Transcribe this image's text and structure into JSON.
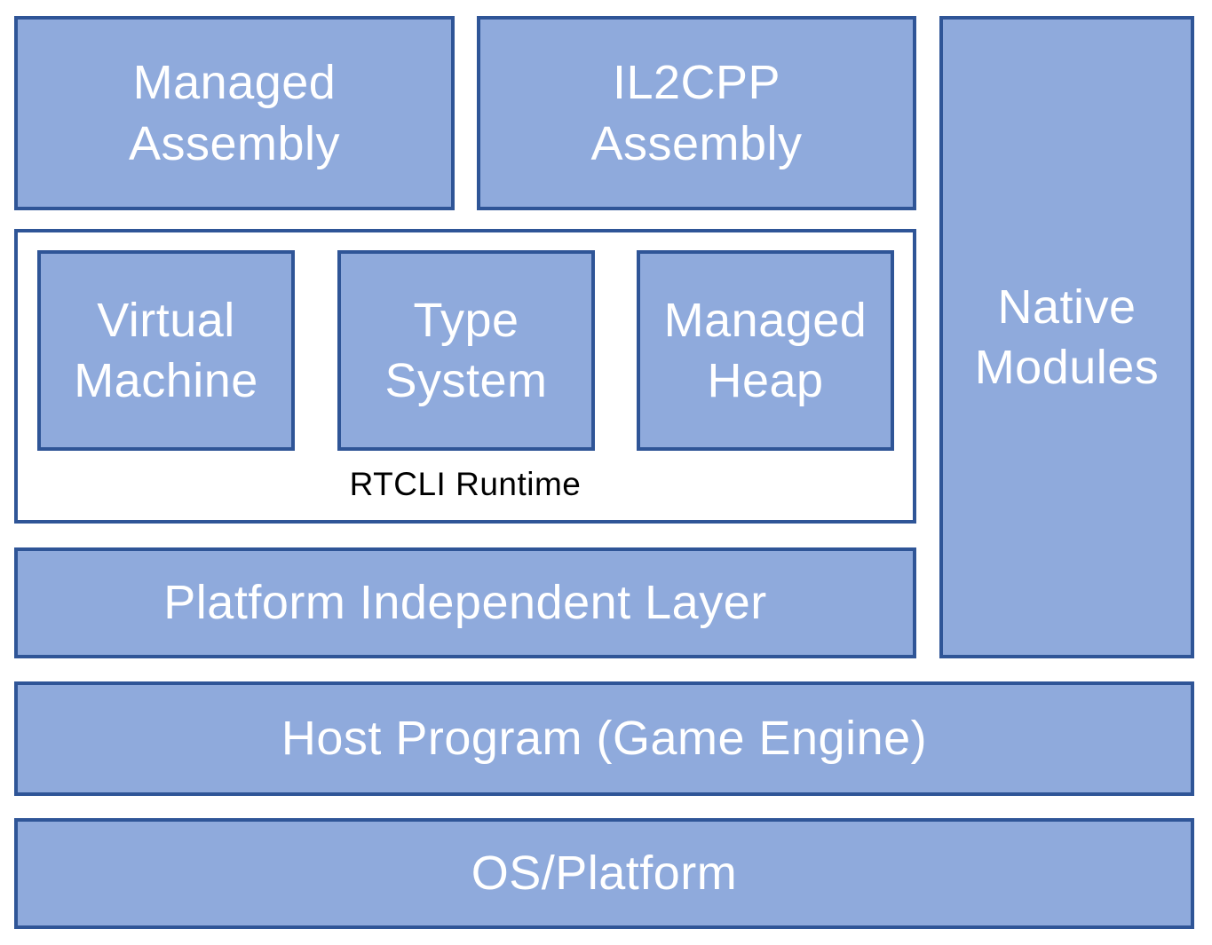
{
  "colors": {
    "box_fill": "#8FAADC",
    "box_border": "#2F5597",
    "box_text": "#FFFFFF",
    "runtime_container_fill": "#FFFFFF",
    "runtime_label_text": "#000000",
    "page_background": "#FFFFFF"
  },
  "diagram": {
    "top_row": {
      "managed_assembly": "Managed\nAssembly",
      "il2cpp_assembly": "IL2CPP\nAssembly"
    },
    "runtime_group": {
      "virtual_machine": "Virtual\nMachine",
      "type_system": "Type\nSystem",
      "managed_heap": "Managed\nHeap",
      "label": "RTCLI Runtime"
    },
    "right_column": {
      "native_modules": "Native\nModules"
    },
    "layers": {
      "platform_independent_layer": "Platform Independent Layer",
      "host_program": "Host Program (Game Engine)",
      "os_platform": "OS/Platform"
    }
  }
}
